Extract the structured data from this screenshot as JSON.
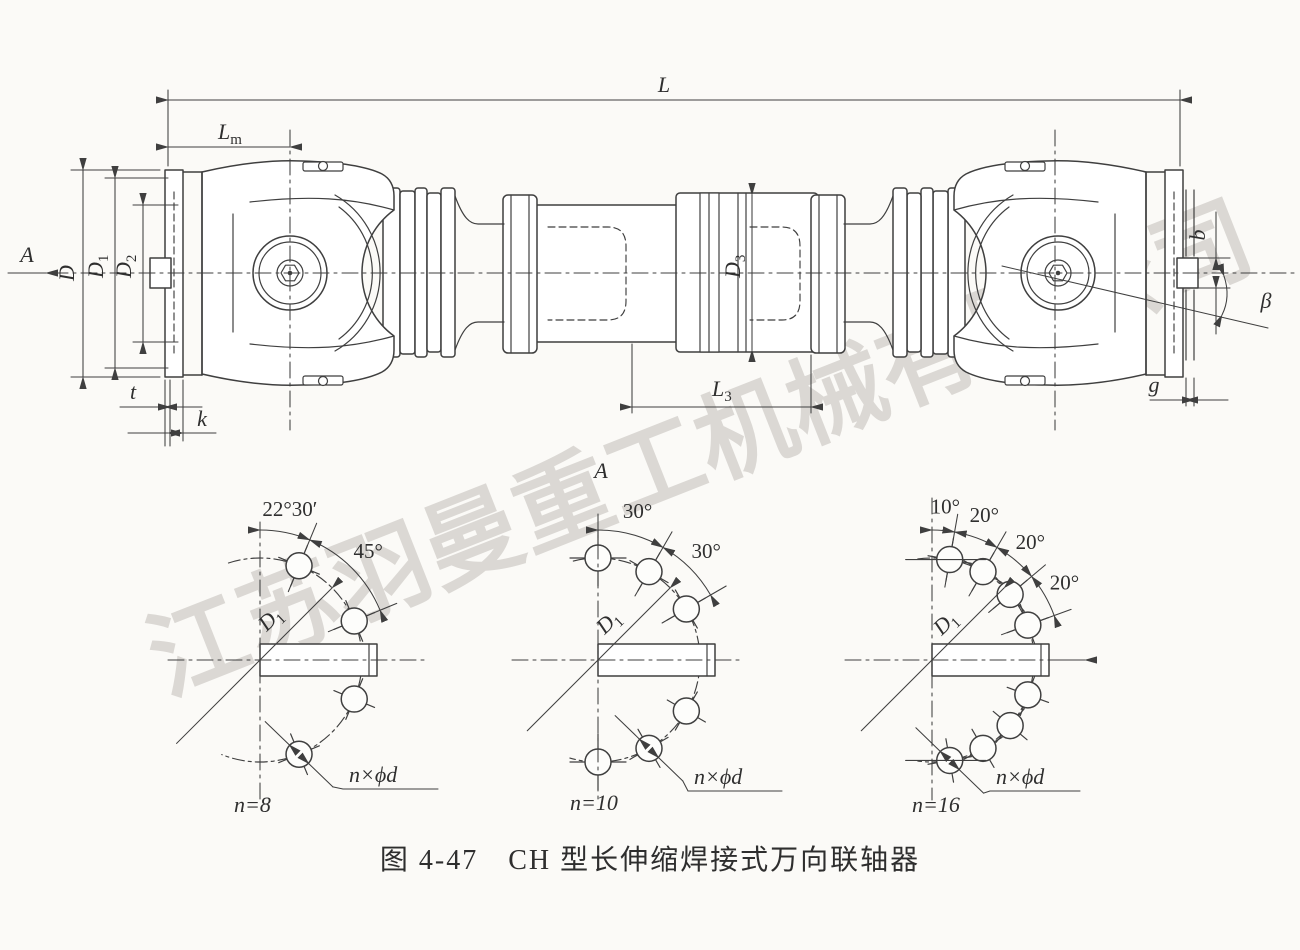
{
  "watermark_text": "江苏羽曼重工机械有限公司",
  "caption": "图 4-47　CH 型长伸缩焊接式万向联轴器",
  "colors": {
    "line": "#3f3f3f",
    "background": "#fbfaf7",
    "watermark": "rgba(152,146,139,0.32)"
  },
  "main_view": {
    "length_label": "L",
    "lm_main": "L",
    "lm_sub": "m",
    "view_arrow_label": "A",
    "d_label": "D",
    "d1_main": "D",
    "d1_sub": "1",
    "d2_main": "D",
    "d2_sub": "2",
    "d3_main": "D",
    "d3_sub": "3",
    "l3_main": "L",
    "l3_sub": "3",
    "t_label": "t",
    "k_label": "k",
    "b_label": "b",
    "beta_label": "β",
    "g_label": "g"
  },
  "flange_views": [
    {
      "view_label": "",
      "angle_labels": [
        "22°30′",
        "45°"
      ],
      "dim_arc_boundaries_deg": [
        0,
        22.5,
        67.5
      ],
      "hole_angles_deg": [
        22.5,
        67.5,
        112.5,
        157.5
      ],
      "plus_hole_angles_deg": [],
      "h_tick_angles_deg": [],
      "bolt_circle_label_main": "D",
      "bolt_circle_label_sub": "1",
      "holes_spec_label": "n×ϕd",
      "hole_count_label": "n=8"
    },
    {
      "view_label": "A",
      "angle_labels": [
        "30°",
        "30°"
      ],
      "dim_arc_boundaries_deg": [
        0,
        30,
        60
      ],
      "hole_angles_deg": [
        30,
        60,
        120,
        150
      ],
      "plus_hole_angles_deg": [
        0,
        180
      ],
      "h_tick_angles_deg": [],
      "bolt_circle_label_main": "D",
      "bolt_circle_label_sub": "1",
      "holes_spec_label": "n×ϕd",
      "hole_count_label": "n=10"
    },
    {
      "view_label": "",
      "angle_labels": [
        "10°",
        "20°",
        "20°",
        "20°"
      ],
      "dim_arc_boundaries_deg": [
        0,
        10,
        30,
        50,
        70
      ],
      "hole_angles_deg": [
        10,
        30,
        50,
        70,
        110,
        130,
        150,
        170
      ],
      "plus_hole_angles_deg": [],
      "h_tick_angles_deg": [
        10,
        170
      ],
      "bolt_circle_label_main": "D",
      "bolt_circle_label_sub": "1",
      "holes_spec_label": "n×ϕd",
      "hole_count_label": "n=16"
    }
  ]
}
